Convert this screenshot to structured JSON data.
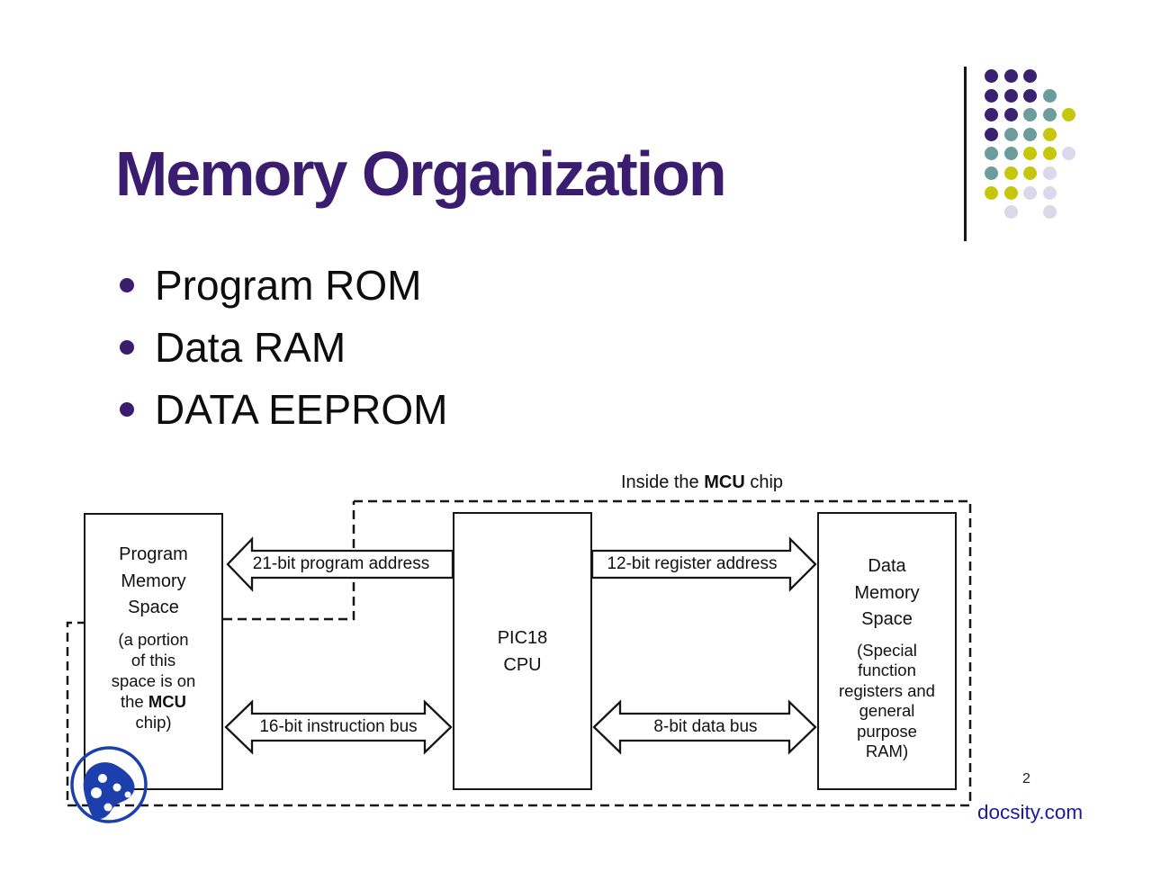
{
  "slide": {
    "title": "Memory Organization",
    "bullets": [
      {
        "label": "Program ROM"
      },
      {
        "label": "Data RAM"
      },
      {
        "label": "DATA EEPROM"
      }
    ],
    "page_number": "2",
    "watermark": "docsity.com"
  },
  "decoration": {
    "dot_colors": {
      "P": "#3B2271",
      "T": "#6C9C9B",
      "Y": "#C6C70C",
      "L": "#DBD8EA"
    },
    "dot_rows": [
      "PPP",
      "PPPT",
      "PPTTY",
      "PTTY",
      "TTYYL",
      "TYYL",
      "YYLL",
      " L L"
    ],
    "dot_pitch": 21.6
  },
  "diagram": {
    "caption": {
      "prefix": "Inside the ",
      "bold": "MCU",
      "suffix": " chip"
    },
    "program_box": {
      "line1": "Program",
      "line2": "Memory",
      "line3": "Space",
      "sub1": "(a portion",
      "sub2": "of this",
      "sub3": "space is on",
      "sub4a": "the ",
      "sub4b": "MCU",
      "sub5": "chip)"
    },
    "cpu_box": {
      "line1": "PIC18",
      "line2": "CPU"
    },
    "data_box": {
      "line1": "Data",
      "line2": "Memory",
      "line3": "Space",
      "sub1": "(Special",
      "sub2": "function",
      "sub3": "registers and",
      "sub4": "general",
      "sub5": "purpose",
      "sub6": "RAM)"
    },
    "arrows": {
      "program_address": "21-bit program address",
      "register_address": "12-bit register address",
      "instruction_bus": "16-bit instruction bus",
      "data_bus": "8-bit data bus"
    }
  },
  "branding": {
    "title_color": "#3A1D6E",
    "bullet_color": "#3A1D6E",
    "watermark_color": "#1B1B9E",
    "logo_color": "#1D3FAE"
  }
}
